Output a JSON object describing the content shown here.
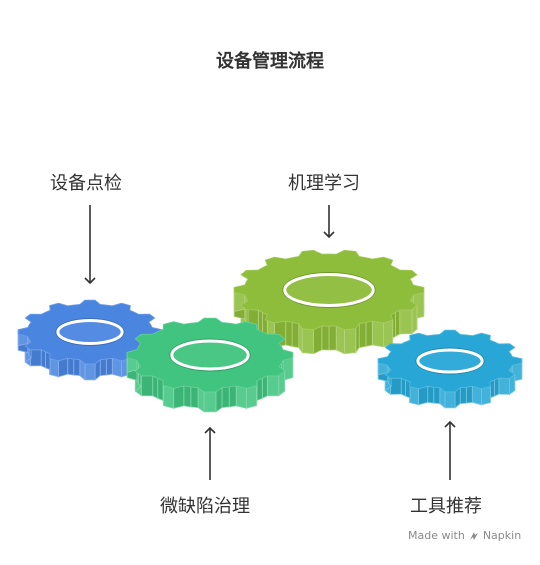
{
  "title": "设备管理流程",
  "gears": [
    {
      "id": "inspect",
      "label": "设备点检",
      "color": "#4a86e0"
    },
    {
      "id": "defect",
      "label": "微缺陷治理",
      "color": "#41c47f"
    },
    {
      "id": "learn",
      "label": "机理学习",
      "color": "#8dbd3a"
    },
    {
      "id": "tools",
      "label": "工具推荐",
      "color": "#28a7d6"
    }
  ],
  "watermark": {
    "prefix": "Made with",
    "brand": "Napkin"
  }
}
